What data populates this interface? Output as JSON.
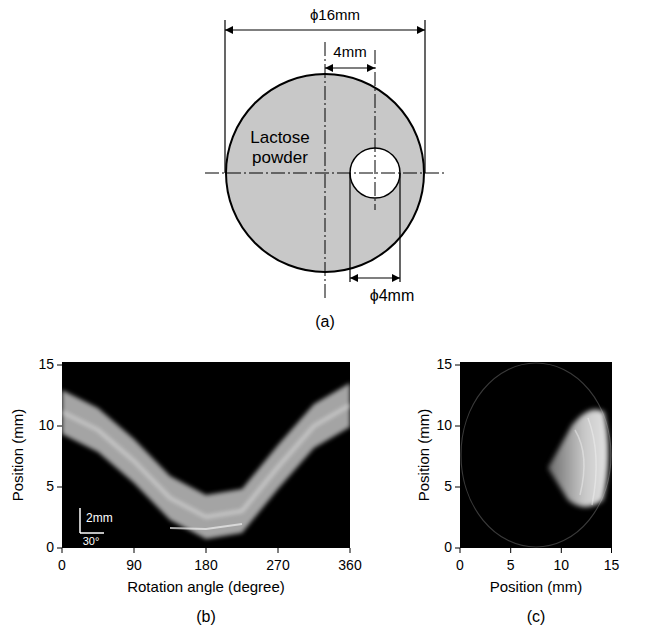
{
  "diagram": {
    "nodes": [
      {
        "text": [
          "Lactose powder"
        ]
      }
    ],
    "labels": [
      "ϕ16mm",
      "4mm",
      "ϕ4mm",
      "(a)",
      "15",
      "10",
      "5",
      "0",
      "0",
      "90",
      "180",
      "270",
      "360",
      "Rotation angle (degree)",
      "Position (mm)",
      "2mm",
      "30°",
      "(b)",
      "15",
      "10",
      "5",
      "0",
      "0",
      "5",
      "10",
      "15",
      "Position (mm)",
      "Position (mm)",
      "(c)"
    ]
  }
}
